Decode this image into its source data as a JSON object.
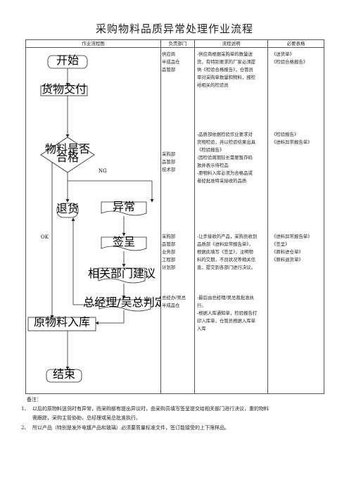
{
  "title": "采购物料品质异常处理作业流程",
  "headers": [
    "作业流程图",
    "负责部门",
    "流程说明",
    "必要表格"
  ],
  "flow": {
    "start": "开始",
    "delivery": "货物交付",
    "decision_line1": "物料是否",
    "decision_line2": "合格",
    "ng": "NG",
    "ok": "OK",
    "return": "退货",
    "abnormal": "异常",
    "sign": "签呈",
    "dept_suggest": "相关部门建议",
    "gm": "总经理/吴总判定",
    "warehouse": "原物料入库",
    "end": "结束"
  },
  "rows": [
    {
      "depts": [
        "供应商",
        "半成品仓",
        "品管部"
      ],
      "desc": [
        "-供应商根据采购单的数量送",
        "货，有特别要求的厂家必须提",
        "供《检验合格报告》，仓管员",
        "审对采购单数量和物料，报检",
        "给相关的检验员"
      ],
      "forms": [
        "《送货单》",
        "《检验合格报告》"
      ]
    },
    {
      "depts": [
        "采购部",
        "品管部",
        "技术部"
      ],
      "desc": [
        "-品质部依据检验作业要求对",
        "货物检验，并以检验结果出具",
        "《检验报告》",
        "-因检验周期较长需要暂存码",
        "放并表示待检品",
        "-原物料入库必须为合格品或",
        "者经批准特采接收的品质"
      ],
      "forms": [
        "《检验报告》",
        "《进料异常报告单》"
      ]
    },
    {
      "depts": [
        "采购部",
        "品管部",
        "业务部",
        "工程部",
        "计划部"
      ],
      "desc": [
        "-让步接收的产品，采购员收到",
        "品质部《进料异常报告单》，",
        "根据此填写《签呈》，注明物",
        "料的交期，不良状况等相关信",
        "息，提交到各部门进行决议。"
      ],
      "forms": [
        "《进料异常报告单》",
        "《签呈》",
        "《原料进仓单》",
        "《原料退货单》"
      ]
    },
    {
      "depts": [
        "总经办/吴总",
        "",
        "半成品仓"
      ],
      "desc": [
        "-最后由总经理/吴总裁批准执",
        "行。",
        "-根据入库通知单，检验报告打",
        "印入库单，仓管员根据入库单",
        "入库"
      ],
      "forms": []
    }
  ],
  "note_label": "备注：",
  "notes": [
    {
      "num": "1、",
      "text": "以后的原物料送货时有异常，而采购部有提出异议时，由采购员填写签呈提交给相关部门进行决议，重的物料"
    },
    {
      "num": "",
      "text": "需跟踪，采购主管协助，总经理或吴总批准执行。"
    },
    {
      "num": "2、",
      "text": "所以产品（特别是发外电镀产品和玻璃）必须要质量标准文件，签订能接受的上下限样品。"
    }
  ]
}
